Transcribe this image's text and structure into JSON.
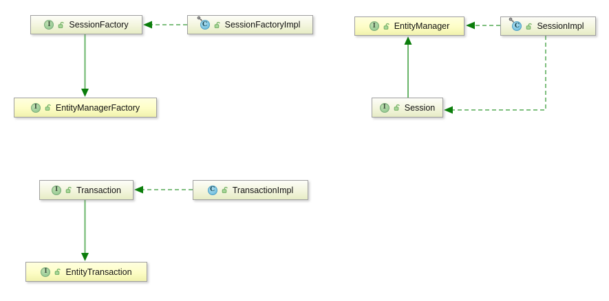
{
  "diagram": {
    "kind": "uml-class-diagram",
    "icons": {
      "interface_letter": "I",
      "class_letter": "C"
    },
    "nodes": [
      {
        "id": "session-factory",
        "label": "SessionFactory",
        "type": "interface",
        "has_key_marker": false,
        "highlighted": false
      },
      {
        "id": "session-factory-impl",
        "label": "SessionFactoryImpl",
        "type": "class",
        "has_key_marker": true,
        "highlighted": false
      },
      {
        "id": "entity-manager-factory",
        "label": "EntityManagerFactory",
        "type": "interface",
        "has_key_marker": false,
        "highlighted": true
      },
      {
        "id": "entity-manager",
        "label": "EntityManager",
        "type": "interface",
        "has_key_marker": false,
        "highlighted": true
      },
      {
        "id": "session-impl",
        "label": "SessionImpl",
        "type": "class",
        "has_key_marker": true,
        "highlighted": false
      },
      {
        "id": "session",
        "label": "Session",
        "type": "interface",
        "has_key_marker": false,
        "highlighted": false
      },
      {
        "id": "transaction",
        "label": "Transaction",
        "type": "interface",
        "has_key_marker": false,
        "highlighted": false
      },
      {
        "id": "transaction-impl",
        "label": "TransactionImpl",
        "type": "class",
        "has_key_marker": false,
        "highlighted": false
      },
      {
        "id": "entity-transaction",
        "label": "EntityTransaction",
        "type": "interface",
        "has_key_marker": false,
        "highlighted": true
      }
    ],
    "edges": [
      {
        "from": "SessionFactoryImpl",
        "to": "SessionFactory",
        "line": "dashed",
        "arrow": "filled-left"
      },
      {
        "from": "SessionFactory",
        "to": "EntityManagerFactory",
        "line": "solid",
        "arrow": "filled-down"
      },
      {
        "from": "SessionImpl",
        "to": "EntityManager",
        "line": "dashed",
        "arrow": "filled-left"
      },
      {
        "from": "Session",
        "to": "EntityManager",
        "line": "solid",
        "arrow": "filled-up"
      },
      {
        "from": "SessionImpl",
        "to": "Session",
        "line": "dashed",
        "arrow": "filled-left"
      },
      {
        "from": "TransactionImpl",
        "to": "Transaction",
        "line": "dashed",
        "arrow": "filled-left"
      },
      {
        "from": "Transaction",
        "to": "EntityTransaction",
        "line": "solid",
        "arrow": "filled-down"
      }
    ],
    "colors": {
      "background": "#ffffff",
      "dashed_line": "#7dbe7d",
      "solid_line": "#68b468",
      "arrowhead": "#0b7d0b",
      "node_border": "#9f9f9f",
      "green_node_bottom": "#e6ecc5",
      "yellow_node_bottom": "#f1f2ad",
      "interface_icon": "#8bc48b",
      "class_icon": "#5db5d9"
    }
  }
}
